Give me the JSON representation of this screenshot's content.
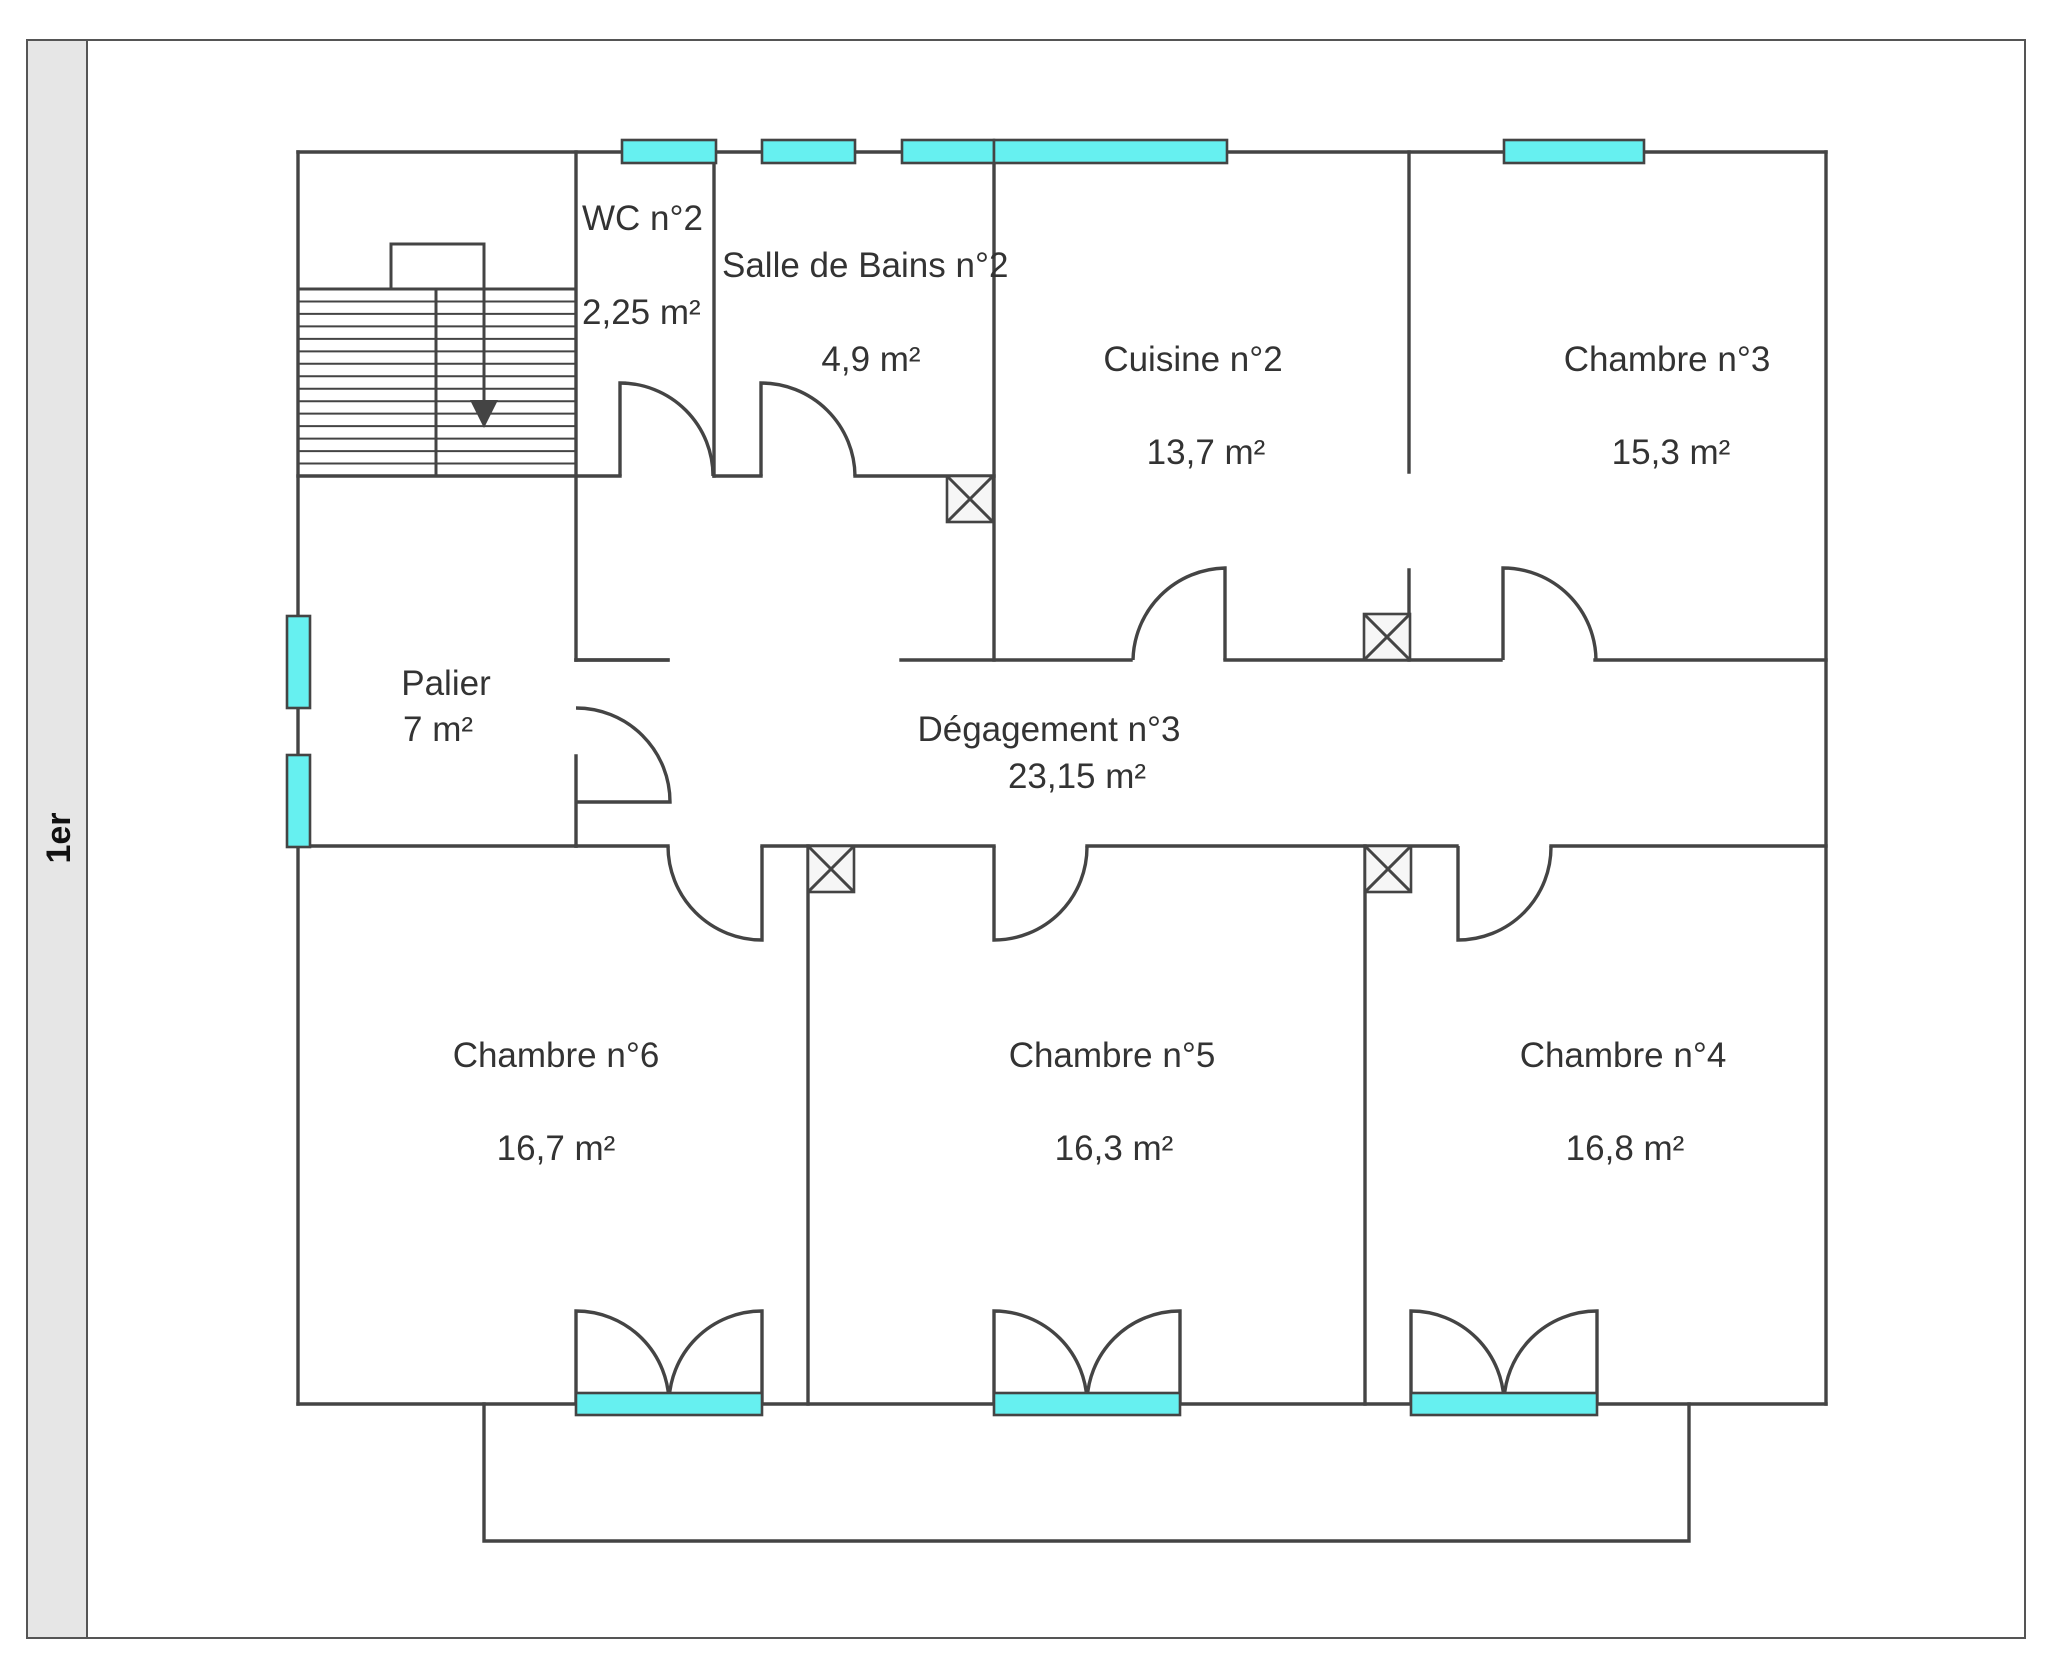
{
  "level_label": "1er",
  "colors": {
    "window": "#66f0f0",
    "wall": "#444444",
    "side_strip": "#e6e6e6"
  },
  "rooms": {
    "wc2": {
      "name": "WC n°2",
      "area": "2,25  m²"
    },
    "sdb2": {
      "name": "Salle de Bains n°2",
      "area": "4,9  m²"
    },
    "cuisine2": {
      "name": "Cuisine n°2",
      "area": "13,7  m²"
    },
    "chambre3": {
      "name": "Chambre n°3",
      "area": "15,3  m²"
    },
    "palier": {
      "name": "Palier",
      "area": "7  m²"
    },
    "degagement3": {
      "name": "Dégagement n°3",
      "area": "23,15  m²"
    },
    "chambre6": {
      "name": "Chambre n°6",
      "area": "16,7  m²"
    },
    "chambre5": {
      "name": "Chambre n°5",
      "area": "16,3  m²"
    },
    "chambre4": {
      "name": "Chambre n°4",
      "area": "16,8  m²"
    }
  }
}
